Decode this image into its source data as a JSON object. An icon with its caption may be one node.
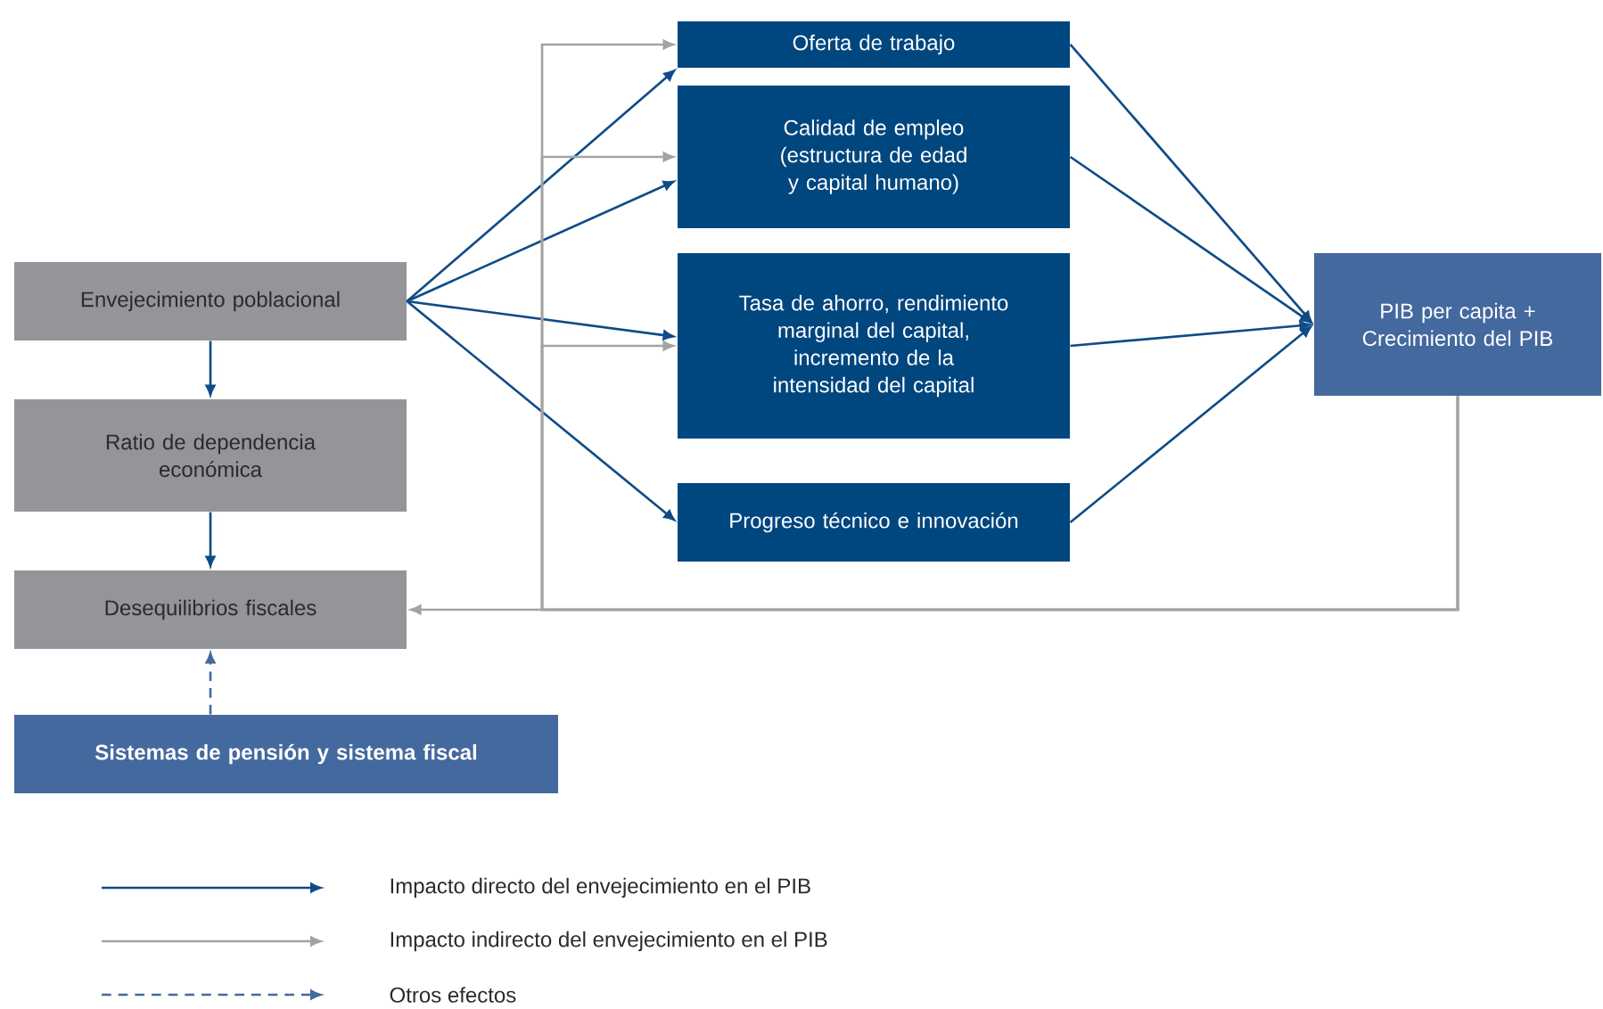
{
  "diagram": {
    "nodes": [
      {
        "text": [
          "Envejecimiento poblacional"
        ]
      },
      {
        "text": [
          "Ratio de dependencia económica"
        ]
      },
      {
        "text": [
          "Desequilibrios fiscales"
        ]
      },
      {
        "text": [
          "Sistemas de pensión y sistema fiscal"
        ]
      },
      {
        "text": [
          "Oferta de trabajo"
        ]
      },
      {
        "text": [
          "Calidad de empleo (estructura de edad y capital humano)"
        ]
      },
      {
        "text": [
          "Tasa de ahorro, rendimiento marginal del capital, incremento de la intensidad del capital"
        ]
      },
      {
        "text": [
          "Progreso técnico e innovación"
        ]
      },
      {
        "text": [
          "PIB per capita + Crecimiento del PIB"
        ]
      }
    ],
    "edges": [
      {
        "from": 0,
        "to": 1,
        "arrow": "to"
      },
      {
        "from": 1,
        "to": 2,
        "arrow": "to"
      },
      {
        "from": 3,
        "to": 2,
        "arrow": "to",
        "style": "dashed",
        "color": "#44699e"
      },
      {
        "from": 0,
        "to": 4,
        "arrow": "to"
      },
      {
        "from": 0,
        "to": 5,
        "arrow": "to"
      },
      {
        "from": 0,
        "to": 6,
        "arrow": "to"
      },
      {
        "from": 0,
        "to": 7,
        "arrow": "to"
      },
      {
        "from": 4,
        "to": 8,
        "arrow": "to"
      },
      {
        "from": 5,
        "to": 8,
        "arrow": "to"
      },
      {
        "from": 6,
        "to": 8,
        "arrow": "to"
      },
      {
        "from": 7,
        "to": 8,
        "arrow": "to"
      },
      {
        "from": 8,
        "to": 2,
        "arrow": "to",
        "color": "#a3a3a3"
      },
      {
        "from": 8,
        "to": 4,
        "arrow": "to",
        "color": "#a3a3a3"
      },
      {
        "from": 8,
        "to": 5,
        "arrow": "to",
        "color": "#a3a3a3"
      },
      {
        "from": 8,
        "to": 6,
        "arrow": "to",
        "color": "#a3a3a3"
      }
    ],
    "legend": [
      {
        "text": "Impacto directo del envejecimiento en el PIB"
      },
      {
        "text": "Impacto indirecto del envejecimiento en el PIB"
      },
      {
        "text": "Otros efectos"
      }
    ]
  }
}
